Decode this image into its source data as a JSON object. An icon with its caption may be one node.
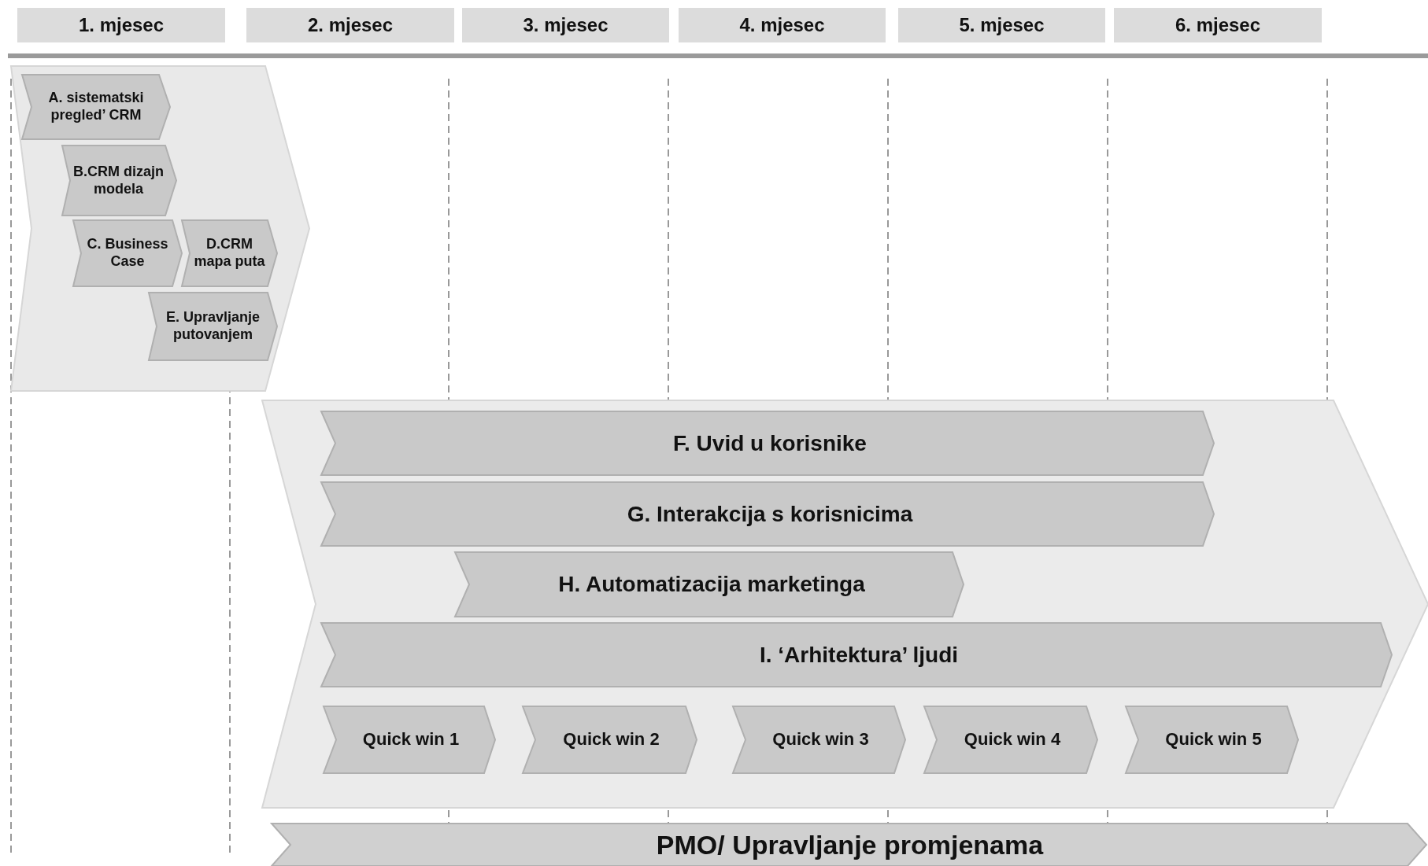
{
  "diagram": {
    "nodes": [
      {
        "text": [],
        "shape": "chevron"
      },
      {
        "text": [
          "A. sistematski pregled’ CRM"
        ],
        "in": 0
      },
      {
        "text": [
          "B.CRM dizajn modela"
        ],
        "in": 0
      },
      {
        "text": [
          "C. Business Case"
        ],
        "in": 0
      },
      {
        "text": [
          "D.CRM mapa puta"
        ],
        "in": 0
      },
      {
        "text": [
          "E. Upravljanje putovanjem"
        ],
        "in": 0
      },
      {
        "text": [],
        "shape": "chevron"
      },
      {
        "text": [
          "F. Uvid u korisnike"
        ],
        "in": 6
      },
      {
        "text": [
          "G. Interakcija s korisnicima"
        ],
        "in": 6
      },
      {
        "text": [
          "H. Automatizacija marketinga"
        ],
        "in": 6
      },
      {
        "text": [
          "I. ‘Arhitektura’ ljudi"
        ],
        "in": 6
      },
      {
        "text": [
          "Quick win 1"
        ],
        "in": 6
      },
      {
        "text": [
          "Quick win 2"
        ],
        "in": 6
      },
      {
        "text": [
          "Quick win 3"
        ],
        "in": 6
      },
      {
        "text": [
          "Quick win 4"
        ],
        "in": 6
      },
      {
        "text": [
          "Quick win 5"
        ],
        "in": 6
      },
      {
        "text": [
          "PMO/ Upravljanje promjenama"
        ]
      }
    ],
    "labels": [
      "1. mjesec",
      "2. mjesec",
      "3. mjesec",
      "4. mjesec",
      "5. mjesec",
      "6. mjesec"
    ]
  }
}
